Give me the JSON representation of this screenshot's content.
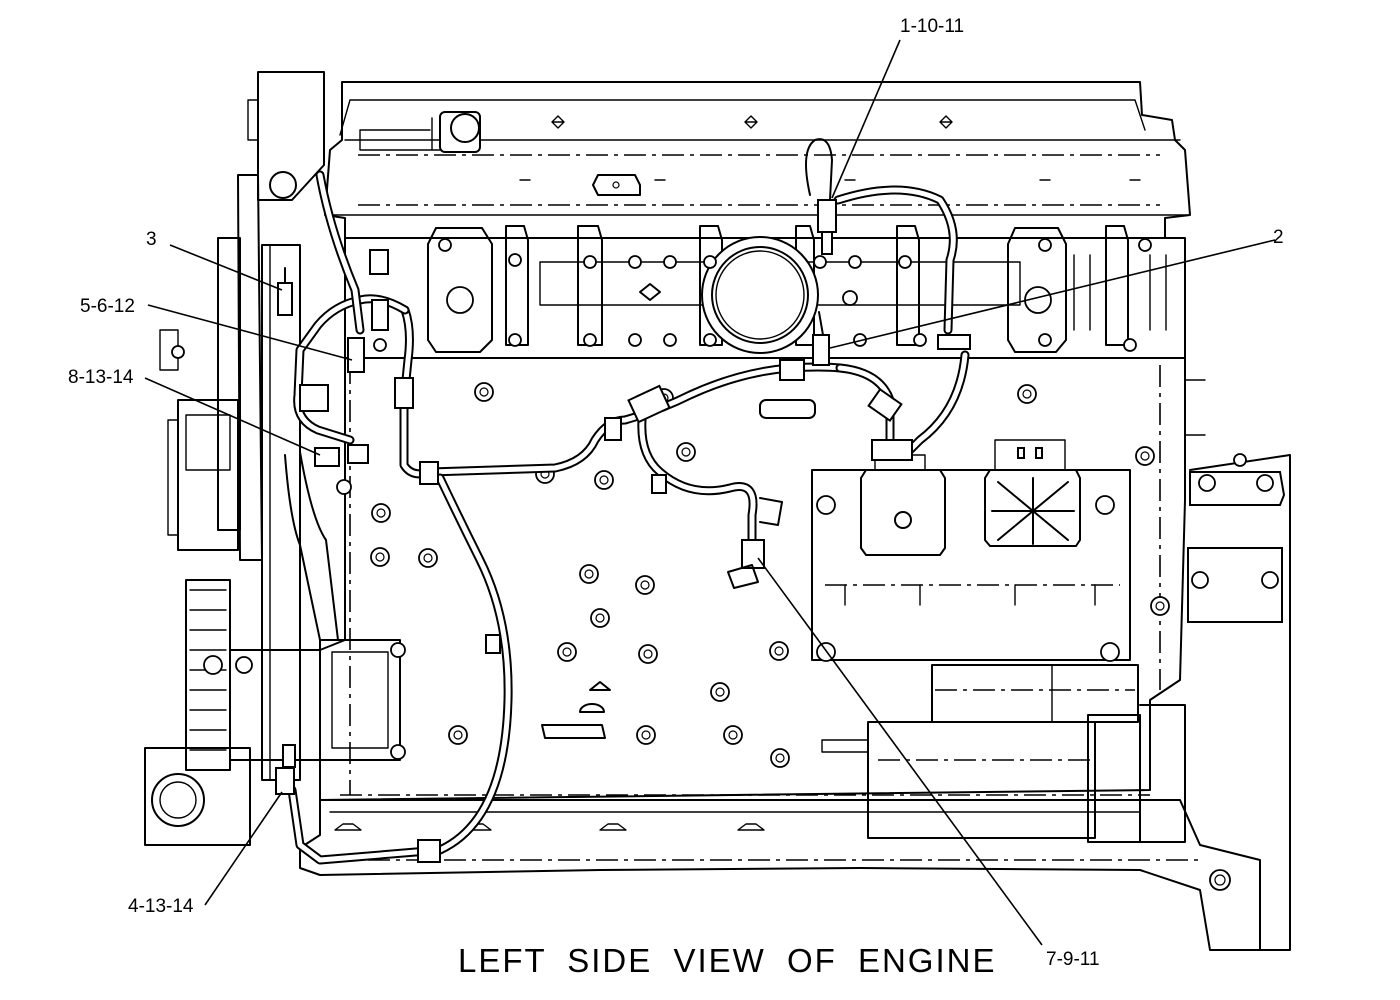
{
  "diagram": {
    "caption": "LEFT SIDE VIEW OF ENGINE",
    "callouts": [
      {
        "id": "c1",
        "label": "1-10-11"
      },
      {
        "id": "c2",
        "label": "2"
      },
      {
        "id": "c3",
        "label": "3"
      },
      {
        "id": "c4",
        "label": "5-6-12"
      },
      {
        "id": "c5",
        "label": "8-13-14"
      },
      {
        "id": "c6",
        "label": "4-13-14"
      },
      {
        "id": "c7",
        "label": "7-9-11"
      }
    ]
  }
}
